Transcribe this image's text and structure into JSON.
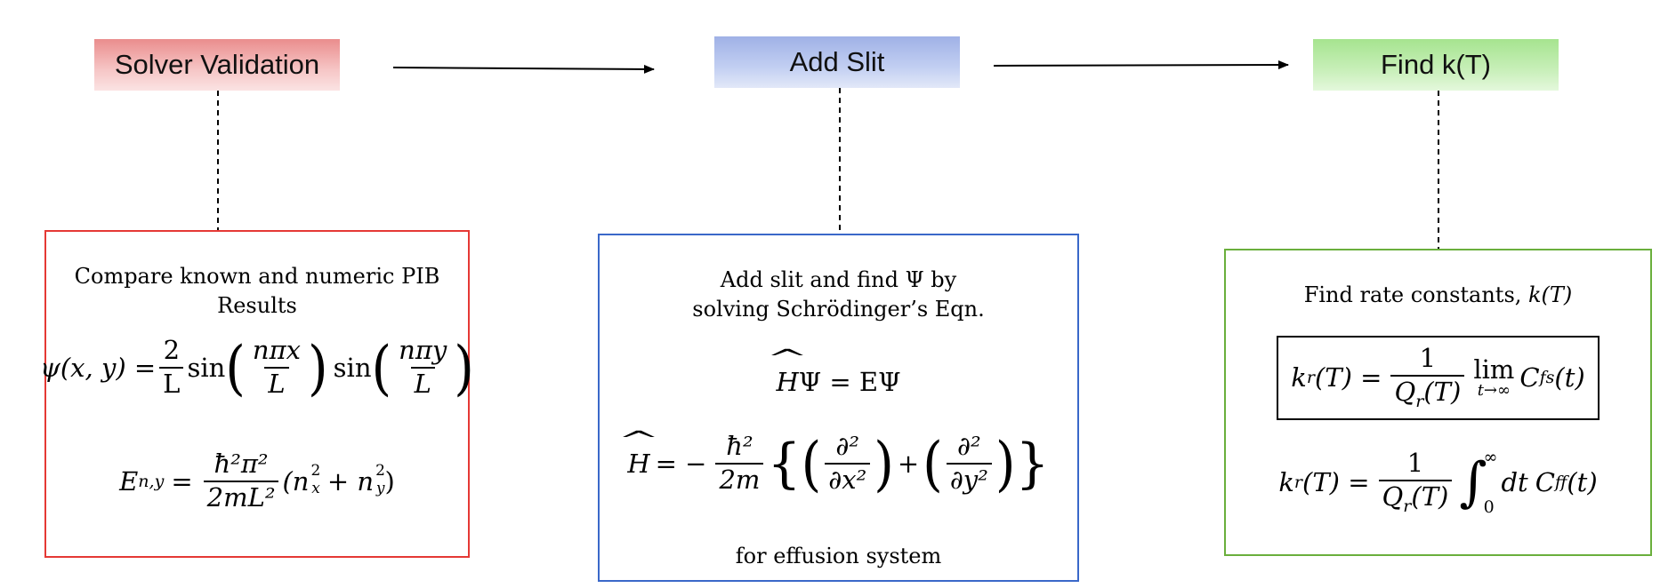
{
  "stages": [
    {
      "title": "Solver Validation",
      "color": "#e53935"
    },
    {
      "title": "Add Slit",
      "color": "#3a68c9"
    },
    {
      "title": "Find k(T)",
      "color": "#6aaf3c"
    }
  ],
  "box1": {
    "description_line1": "Compare known and numeric PIB",
    "description_line2": "Results",
    "eq_psi": {
      "lhs": "ψ(x, y) =",
      "coef_num": "2",
      "coef_den": "L",
      "sin1": "sin",
      "frac1_num": "nπx",
      "frac1_den": "L",
      "sin2": "sin",
      "frac2_num": "nπy",
      "frac2_den": "L"
    },
    "eq_energy": {
      "lhs": "E",
      "lhs_sub": "n,y",
      "num": "ħ²π²",
      "den": "2mL²",
      "rhs": "(n",
      "nx_sup": "2",
      "nx_sub": "x",
      "plus": "+ n",
      "ny_sup": "2",
      "ny_sub": "y",
      "close": ")"
    }
  },
  "box2": {
    "description_line1": "Add slit and find Ψ by",
    "description_line2": "solving Schrödinger’s Eqn.",
    "eq_schrodinger": {
      "h": "H",
      "rhs": "Ψ = EΨ"
    },
    "eq_hamiltonian": {
      "h": "H",
      "equals": "= −",
      "num": "ħ²",
      "den": "2m",
      "dx_num": "∂²",
      "dx_den": "∂x²",
      "plus": "+",
      "dy_num": "∂²",
      "dy_den": "∂y²"
    },
    "footer": "for effusion system"
  },
  "box3": {
    "description_prefix": "Find rate constants, ",
    "description_italic": "k(T)",
    "eq_limit": {
      "lhs": "k",
      "lhs_sub": "r",
      "lhs_arg": "(T) =",
      "num": "1",
      "den": "Q",
      "den_sub": "r",
      "den_arg": "(T)",
      "lim": "lim",
      "lim_sub": "t→∞",
      "c": "C",
      "c_sub": "fs",
      "c_arg": "(t)"
    },
    "eq_integral": {
      "lhs": "k",
      "lhs_sub": "r",
      "lhs_arg": "(T) =",
      "num": "1",
      "den": "Q",
      "den_sub": "r",
      "den_arg": "(T)",
      "int_upper": "∞",
      "int_lower": "0",
      "dt": "dt",
      "c": "C",
      "c_sub": "ff",
      "c_arg": "(t)"
    }
  }
}
